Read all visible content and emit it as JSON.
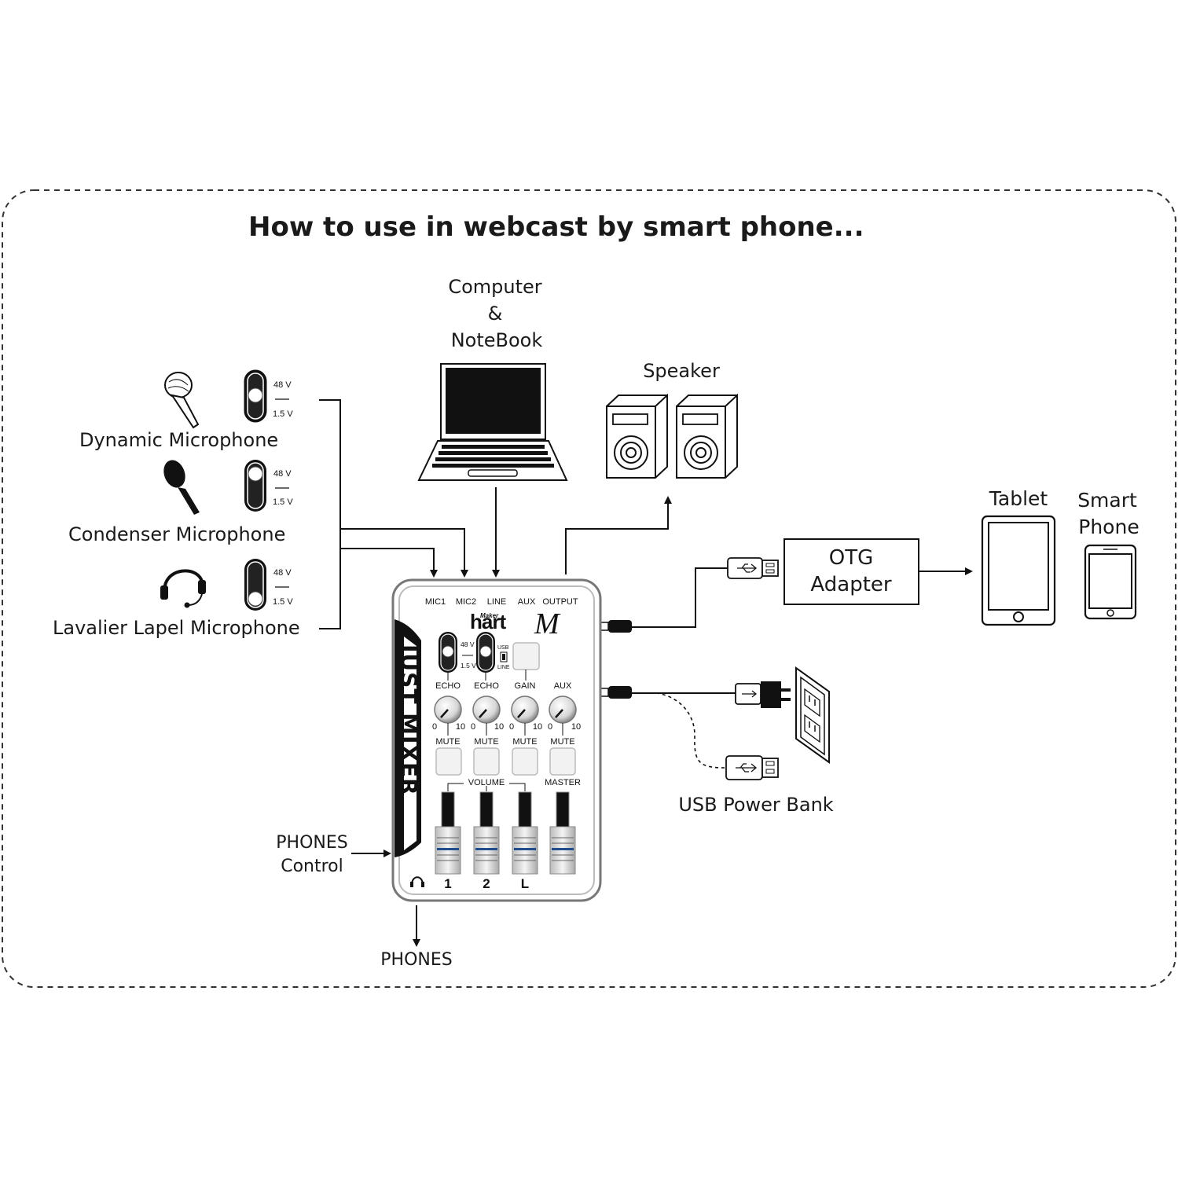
{
  "title": "How to use in webcast by smart phone...",
  "inputs": {
    "dynamic_mic": "Dynamic Microphone",
    "condenser_mic": "Condenser Microphone",
    "lavalier_mic": "Lavalier Lapel Microphone",
    "switch_top": "48 V",
    "switch_bottom": "1.5 V"
  },
  "computer": {
    "line1": "Computer",
    "line2": "&",
    "line3": "NoteBook"
  },
  "speaker": "Speaker",
  "otg": {
    "line1": "OTG",
    "line2": "Adapter"
  },
  "tablet": "Tablet",
  "smartphone": {
    "line1": "Smart",
    "line2": "Phone"
  },
  "power_bank": "USB Power Bank",
  "phones_control": {
    "line1": "PHONES",
    "line2": "Control"
  },
  "phones": "PHONES",
  "mixer": {
    "brand_small": "Maker",
    "brand": "hart",
    "logo_letter": "M",
    "side_label": "JUST MIXER",
    "jacks": [
      "MIC1",
      "MIC2",
      "LINE",
      "AUX",
      "OUTPUT"
    ],
    "switch_top": "48 V",
    "switch_bottom": "1.5 V",
    "usb_top": "USB",
    "usb_bottom": "LINE",
    "knobs": [
      "ECHO",
      "ECHO",
      "GAIN",
      "AUX"
    ],
    "scale_min": "0",
    "scale_max": "10",
    "mute": "MUTE",
    "volume": "VOLUME",
    "master": "MASTER",
    "channels": [
      "1",
      "2",
      "L"
    ]
  }
}
